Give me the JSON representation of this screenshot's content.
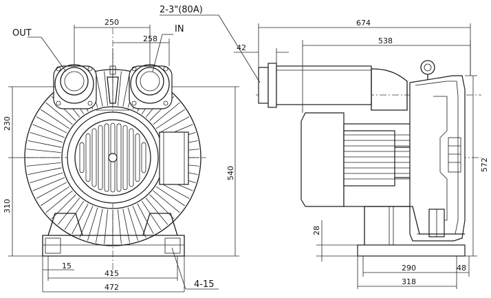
{
  "labels": {
    "out": "OUT",
    "in": "IN",
    "port_spec": "2-3\"(80A)",
    "mount_holes": "4-15"
  },
  "dimensions": {
    "d250": "250",
    "d258": "258",
    "d230": "230",
    "d310": "310",
    "d540": "540",
    "d15": "15",
    "d415": "415",
    "d472": "472",
    "d674": "674",
    "d538": "538",
    "d42": "42",
    "d572": "572",
    "d28": "28",
    "d290": "290",
    "d318": "318",
    "d48": "48"
  }
}
